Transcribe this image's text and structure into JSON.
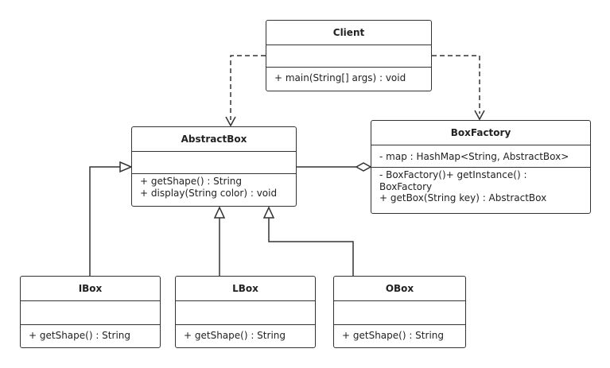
{
  "classes": {
    "client": {
      "name": "Client",
      "attributes": [],
      "operations": [
        "+ main(String[] args) : void"
      ]
    },
    "abstractbox": {
      "name": "AbstractBox",
      "attributes": [],
      "operations": [
        "+ getShape() : String",
        "+ display(String color) : void"
      ]
    },
    "boxfactory": {
      "name": "BoxFactory",
      "attributes": [
        "- map : HashMap<String, AbstractBox>"
      ],
      "operations": [
        "- BoxFactory()+ getInstance() :",
        "BoxFactory",
        "+ getBox(String key) : AbstractBox"
      ]
    },
    "ibox": {
      "name": "IBox",
      "attributes": [],
      "operations": [
        "+ getShape() : String"
      ]
    },
    "lbox": {
      "name": "LBox",
      "attributes": [],
      "operations": [
        "+ getShape() : String"
      ]
    },
    "obox": {
      "name": "OBox",
      "attributes": [],
      "operations": [
        "+ getShape() : String"
      ]
    }
  },
  "relations": [
    {
      "type": "dependency",
      "from": "Client",
      "to": "AbstractBox"
    },
    {
      "type": "dependency",
      "from": "Client",
      "to": "BoxFactory"
    },
    {
      "type": "aggregation",
      "from": "BoxFactory",
      "to": "AbstractBox"
    },
    {
      "type": "generalization",
      "from": "IBox",
      "to": "AbstractBox"
    },
    {
      "type": "generalization",
      "from": "LBox",
      "to": "AbstractBox"
    },
    {
      "type": "generalization",
      "from": "OBox",
      "to": "AbstractBox"
    }
  ],
  "colors": {
    "stroke": "#333333",
    "background": "#ffffff"
  }
}
